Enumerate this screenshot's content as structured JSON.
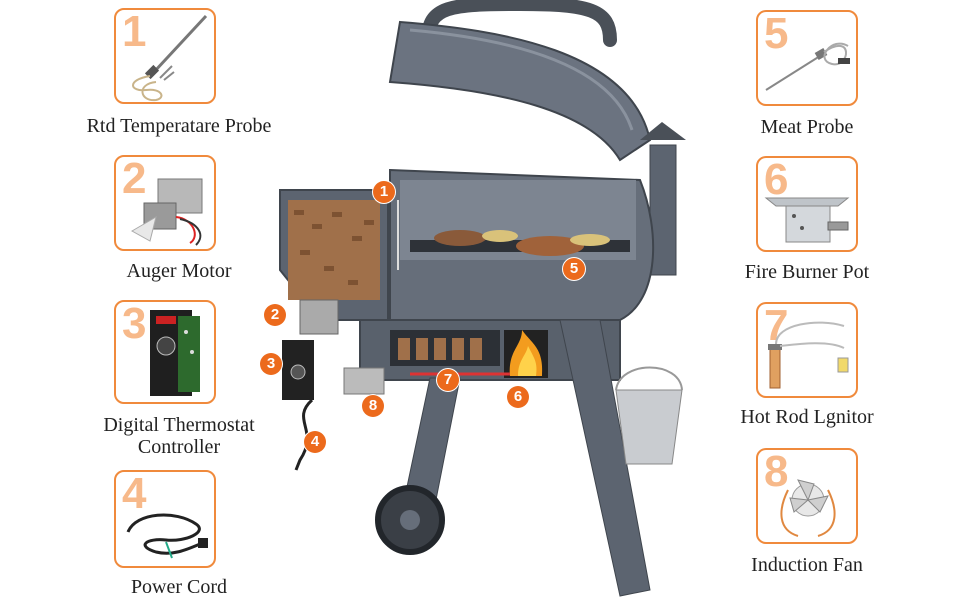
{
  "parts": [
    {
      "num": "1",
      "label": "Rtd Temperatare Probe",
      "icon": "rtd-probe-icon"
    },
    {
      "num": "2",
      "label": "Auger Motor",
      "icon": "auger-motor-icon"
    },
    {
      "num": "3",
      "label_lines": [
        "Digital Thermostat",
        "Controller"
      ],
      "icon": "thermostat-controller-icon"
    },
    {
      "num": "4",
      "label": "Power Cord",
      "icon": "power-cord-icon"
    },
    {
      "num": "5",
      "label": "Meat Probe",
      "icon": "meat-probe-icon"
    },
    {
      "num": "6",
      "label": "Fire Burner Pot",
      "icon": "burner-pot-icon"
    },
    {
      "num": "7",
      "label": "Hot Rod Lgnitor",
      "icon": "hot-rod-ignitor-icon"
    },
    {
      "num": "8",
      "label": "Induction Fan",
      "icon": "induction-fan-icon"
    }
  ],
  "callouts": [
    "1",
    "2",
    "3",
    "4",
    "5",
    "6",
    "7",
    "8"
  ],
  "colors": {
    "accent": "#f08a3c",
    "callout": "#ec6a1c",
    "grill_body": "#5c6470",
    "pellets": "#a0704a",
    "fire": "#f39c1e"
  }
}
